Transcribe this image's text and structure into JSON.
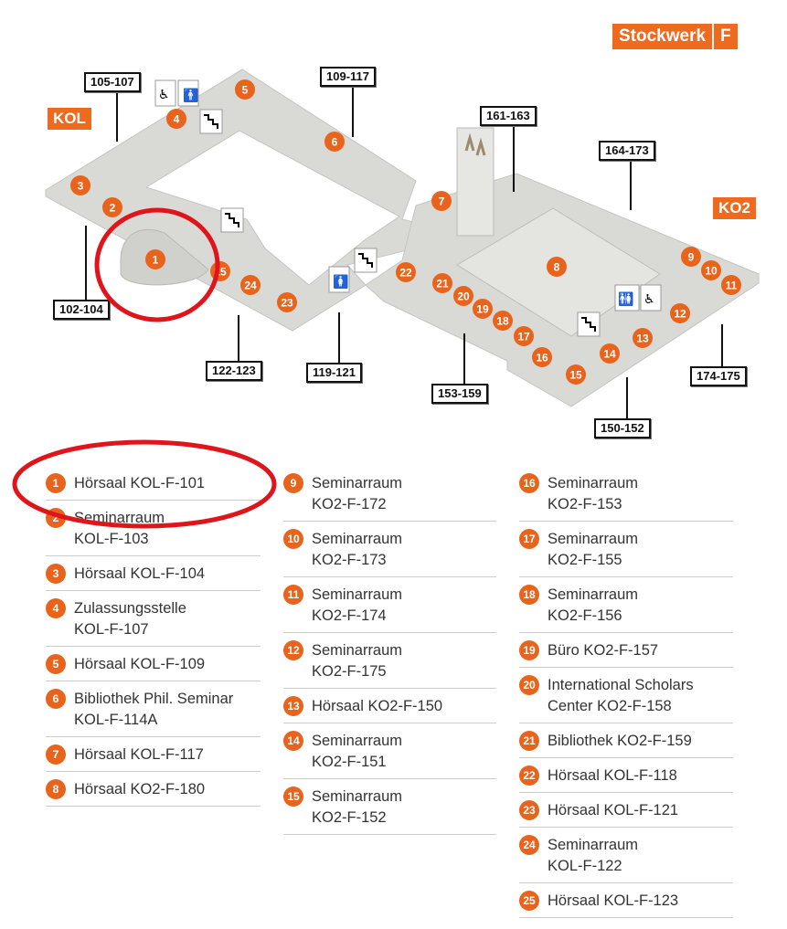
{
  "header": {
    "label": "Stockwerk",
    "floor": "F"
  },
  "buildings": {
    "left": "KOL",
    "right": "KO2"
  },
  "room_ranges": [
    "105-107",
    "109-117",
    "161-163",
    "164-173",
    "102-104",
    "122-123",
    "119-121",
    "153-159",
    "150-152",
    "174-175"
  ],
  "markers": [
    "1",
    "2",
    "3",
    "4",
    "5",
    "6",
    "7",
    "8",
    "9",
    "10",
    "11",
    "12",
    "13",
    "14",
    "15",
    "16",
    "17",
    "18",
    "19",
    "20",
    "21",
    "22",
    "23",
    "24",
    "25"
  ],
  "icons": [
    "wc-accessible-icon",
    "toilet-icon",
    "stairs-icon",
    "elevator-icon"
  ],
  "colors": {
    "accent": "#e8631c",
    "annotation": "#e0141b",
    "floor": "#d8d8d5"
  },
  "legend": [
    [
      {
        "n": "1",
        "t": "Hörsaal KOL-F-101"
      },
      {
        "n": "2",
        "t": "Seminarraum\nKOL-F-103"
      },
      {
        "n": "3",
        "t": "Hörsaal KOL-F-104"
      },
      {
        "n": "4",
        "t": "Zulassungsstelle\nKOL-F-107"
      },
      {
        "n": "5",
        "t": "Hörsaal KOL-F-109"
      },
      {
        "n": "6",
        "t": "Bibliothek Phil. Seminar\nKOL-F-114A"
      },
      {
        "n": "7",
        "t": "Hörsaal KOL-F-117"
      },
      {
        "n": "8",
        "t": "Hörsaal KO2-F-180"
      }
    ],
    [
      {
        "n": "9",
        "t": "Seminarraum\nKO2-F-172"
      },
      {
        "n": "10",
        "t": "Seminarraum\nKO2-F-173"
      },
      {
        "n": "11",
        "t": "Seminarraum\nKO2-F-174"
      },
      {
        "n": "12",
        "t": "Seminarraum\nKO2-F-175"
      },
      {
        "n": "13",
        "t": "Hörsaal KO2-F-150"
      },
      {
        "n": "14",
        "t": "Seminarraum\nKO2-F-151"
      },
      {
        "n": "15",
        "t": "Seminarraum\nKO2-F-152"
      }
    ],
    [
      {
        "n": "16",
        "t": "Seminarraum\nKO2-F-153"
      },
      {
        "n": "17",
        "t": "Seminarraum\nKO2-F-155"
      },
      {
        "n": "18",
        "t": "Seminarraum\nKO2-F-156"
      },
      {
        "n": "19",
        "t": "Büro KO2-F-157"
      },
      {
        "n": "20",
        "t": "International Scholars\nCenter KO2-F-158"
      },
      {
        "n": "21",
        "t": "Bibliothek KO2-F-159"
      },
      {
        "n": "22",
        "t": "Hörsaal KOL-F-118"
      },
      {
        "n": "23",
        "t": "Hörsaal KOL-F-121"
      },
      {
        "n": "24",
        "t": "Seminarraum\nKOL-F-122"
      },
      {
        "n": "25",
        "t": "Hörsaal KOL-F-123"
      }
    ]
  ]
}
